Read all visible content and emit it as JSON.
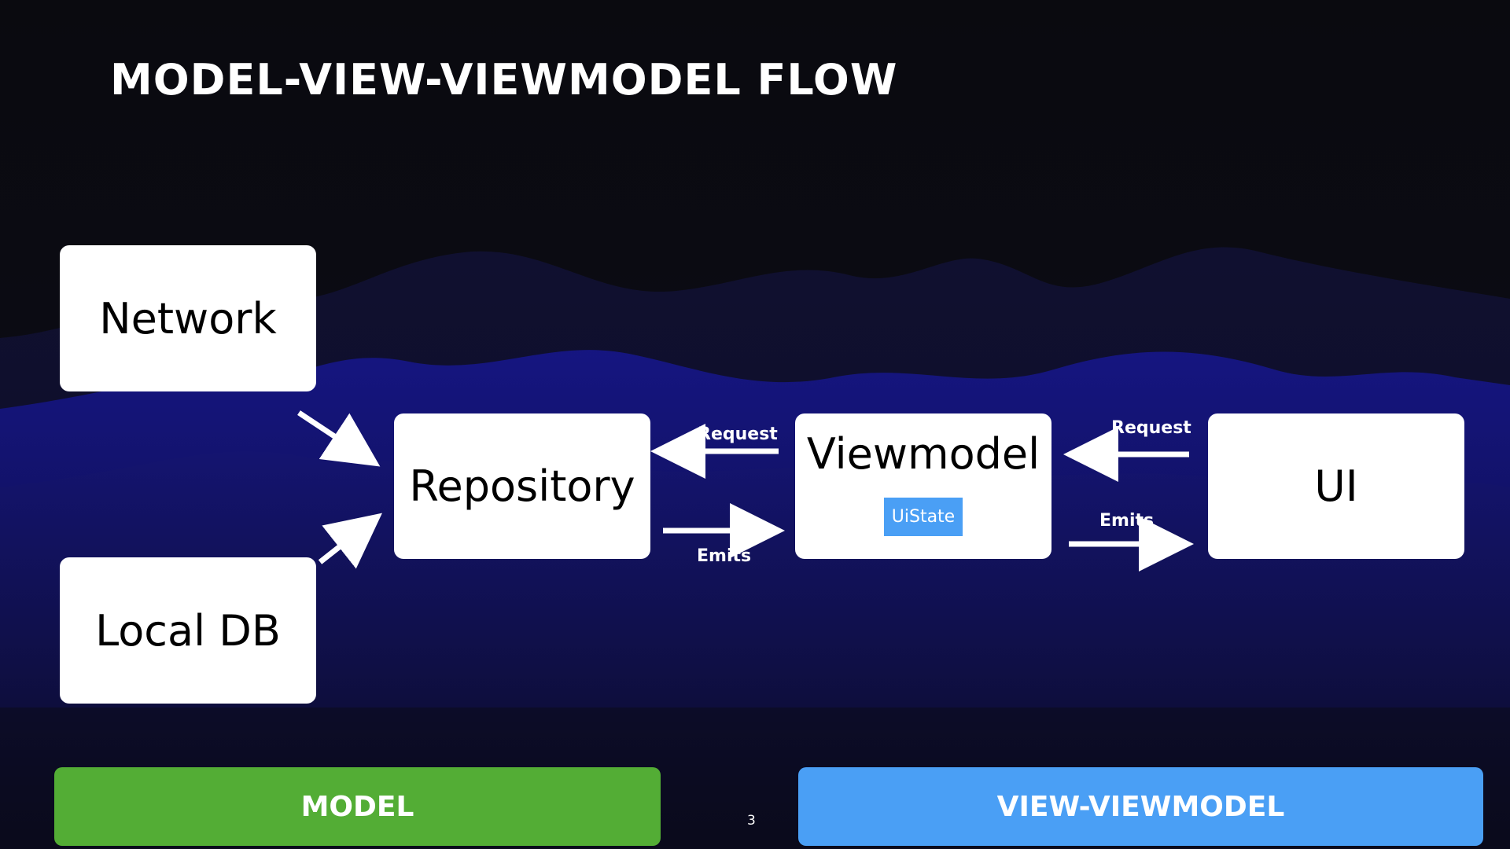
{
  "title": "MODEL-VIEW-VIEWMODEL FLOW",
  "nodes": {
    "network": "Network",
    "local_db": "Local DB",
    "repository": "Repository",
    "viewmodel": "Viewmodel",
    "viewmodel_chip": "UiState",
    "ui": "UI"
  },
  "arrows": {
    "repo_vm_request": "Request",
    "repo_vm_emits": "Emits",
    "vm_ui_request": "Request",
    "vm_ui_emits": "Emits"
  },
  "bands": {
    "model": "MODEL",
    "view_viewmodel": "VIEW-VIEWMODEL"
  },
  "page_number": "3",
  "colors": {
    "background": "#0b0c14",
    "mountain_blue": "#14148a",
    "model_green": "#53ad35",
    "view_blue": "#4a9ff5",
    "node_white": "#ffffff"
  }
}
